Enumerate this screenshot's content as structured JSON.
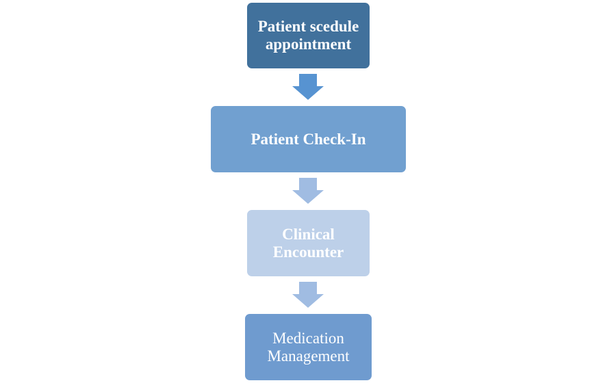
{
  "flowchart": {
    "steps": [
      {
        "label": "Patient scedule\nappointment",
        "color": "#41719C",
        "bold": true
      },
      {
        "label": "Patient Check-In",
        "color": "#71A0D0",
        "bold": true
      },
      {
        "label": "Clinical\nEncounter",
        "color": "#BDD0E9",
        "bold": true
      },
      {
        "label": "Medication\nManagement",
        "color": "#6F9BCF",
        "bold": false
      }
    ],
    "arrows": [
      {
        "color": "#5793D1"
      },
      {
        "color": "#A0BCE2"
      },
      {
        "color": "#A0BCE2"
      }
    ]
  }
}
